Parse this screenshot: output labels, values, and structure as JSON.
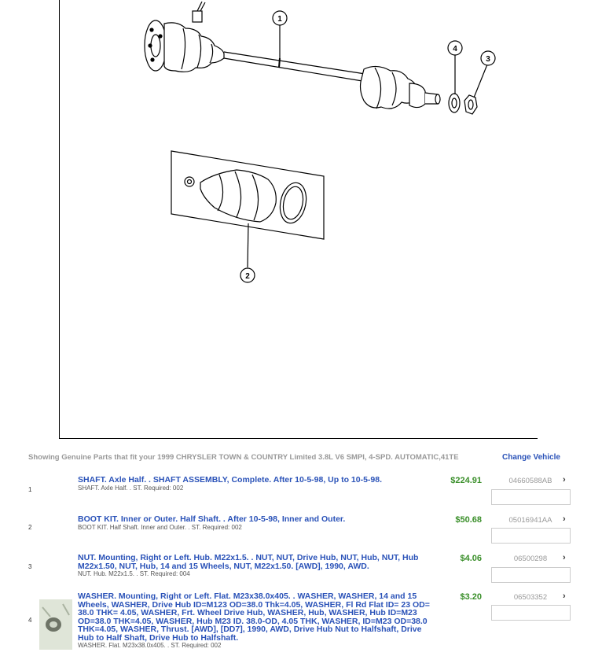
{
  "diagram": {
    "callouts": [
      "1",
      "2",
      "3",
      "4"
    ]
  },
  "vehicle_bar": {
    "text": "Showing Genuine Parts that fit your 1999 CHRYSLER TOWN & COUNTRY Limited 3.8L V6 SMPI, 4-SPD. AUTOMATIC,41TE",
    "change_label": "Change Vehicle"
  },
  "parts": [
    {
      "num": "1",
      "title": "SHAFT. Axle Half. . SHAFT ASSEMBLY, Complete. After 10-5-98, Up to 10-5-98.",
      "sub": "SHAFT. Axle Half. . ST. Required: 002",
      "price": "$224.91",
      "part_number": "04660588AB",
      "chevron": "›"
    },
    {
      "num": "2",
      "title": "BOOT KIT. Inner or Outer. Half Shaft. . After 10-5-98, Inner and Outer.",
      "sub": "BOOT KIT. Half Shaft. Inner and Outer. . ST. Required: 002",
      "price": "$50.68",
      "part_number": "05016941AA",
      "chevron": "›"
    },
    {
      "num": "3",
      "title": "NUT. Mounting, Right or Left. Hub. M22x1.5. . NUT, NUT, Drive Hub, NUT, Hub, NUT, Hub M22x1.50, NUT, Hub, 14 and 15 Wheels, NUT, M22x1.50. [AWD], 1990, AWD.",
      "sub": "NUT. Hub. M22x1.5. . ST. Required: 004",
      "price": "$4.06",
      "part_number": "06500298",
      "chevron": "›"
    },
    {
      "num": "4",
      "title": "WASHER. Mounting, Right or Left. Flat. M23x38.0x405. . WASHER, WASHER, 14 and 15 Wheels, WASHER, Drive Hub ID=M123 OD=38.0 Thk=4.05, WASHER, Fl Rd Flat ID= 23 OD= 38.0 THK= 4.05, WASHER, Frt. Wheel Drive Hub, WASHER, Hub, WASHER, Hub ID=M23 OD=38.0 THK=4.05, WASHER, Hub M23 ID. 38.0-OD, 4.05 THK, WASHER, ID=M23 OD=38.0 THK=4.05, WASHER, Thrust. [AWD], [DD7], 1990, AWD, Drive Hub Nut to Halfshaft, Drive Hub to Half Shaft, Drive Hub to Halfshaft.",
      "sub": "WASHER. Flat. M23x38.0x405. . ST. Required: 002",
      "price": "$3.20",
      "part_number": "06503352",
      "chevron": "›"
    }
  ],
  "colors": {
    "link": "#2a52b8",
    "price": "#3a8f2a",
    "muted": "#999999"
  }
}
